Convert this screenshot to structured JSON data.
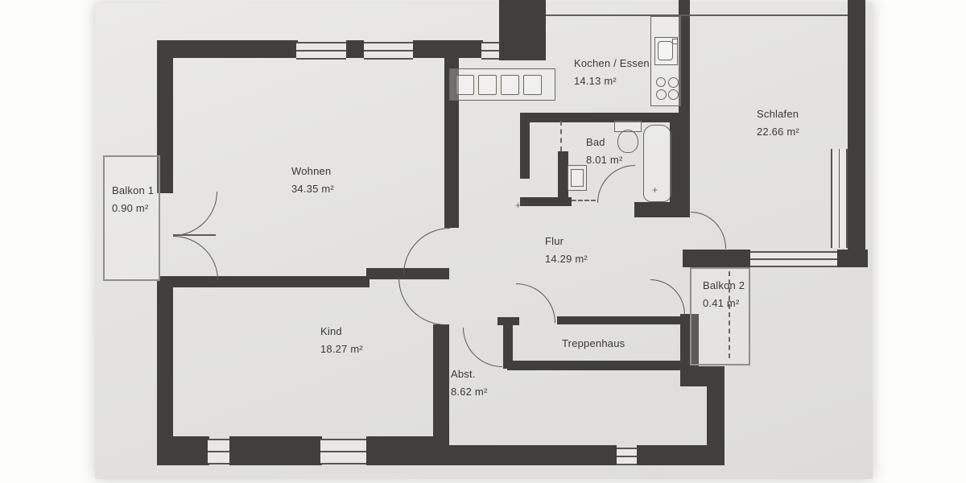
{
  "plan": {
    "title_hint": "apartment-floor-plan",
    "rooms": [
      {
        "id": "wohnen",
        "name": "Wohnen",
        "area": "34.35 m²"
      },
      {
        "id": "kochen-essen",
        "name": "Kochen / Essen",
        "area": "14.13 m²"
      },
      {
        "id": "schlafen",
        "name": "Schlafen",
        "area": "22.66 m²"
      },
      {
        "id": "bad",
        "name": "Bad",
        "area": "8.01 m²"
      },
      {
        "id": "flur",
        "name": "Flur",
        "area": "14.29 m²"
      },
      {
        "id": "kind",
        "name": "Kind",
        "area": "18.27 m²"
      },
      {
        "id": "treppenhaus",
        "name": "Treppenhaus",
        "area": ""
      },
      {
        "id": "abstellraum",
        "name": "Abst.",
        "area": "8.62 m²"
      },
      {
        "id": "balkon-1",
        "name": "Balkon 1",
        "area": "0.90 m²"
      },
      {
        "id": "balkon-2",
        "name": "Balkon 2",
        "area": "0.41 m²"
      }
    ],
    "fixture_icons": {
      "kitchen-cabinet-icon": "square",
      "kitchen-sink-icon": "square-with-basin",
      "stove-icon": "four-circles",
      "toilet-icon": "tank-and-bowl",
      "bathtub-icon": "rounded-rectangle",
      "bathroom-sink-icon": "nested-squares",
      "tub-drain-icon": "+",
      "tap-icon": "small-square"
    },
    "colors": {
      "wall": "#403f3b",
      "paper": "#e4e3df",
      "line": "#57564f"
    }
  }
}
